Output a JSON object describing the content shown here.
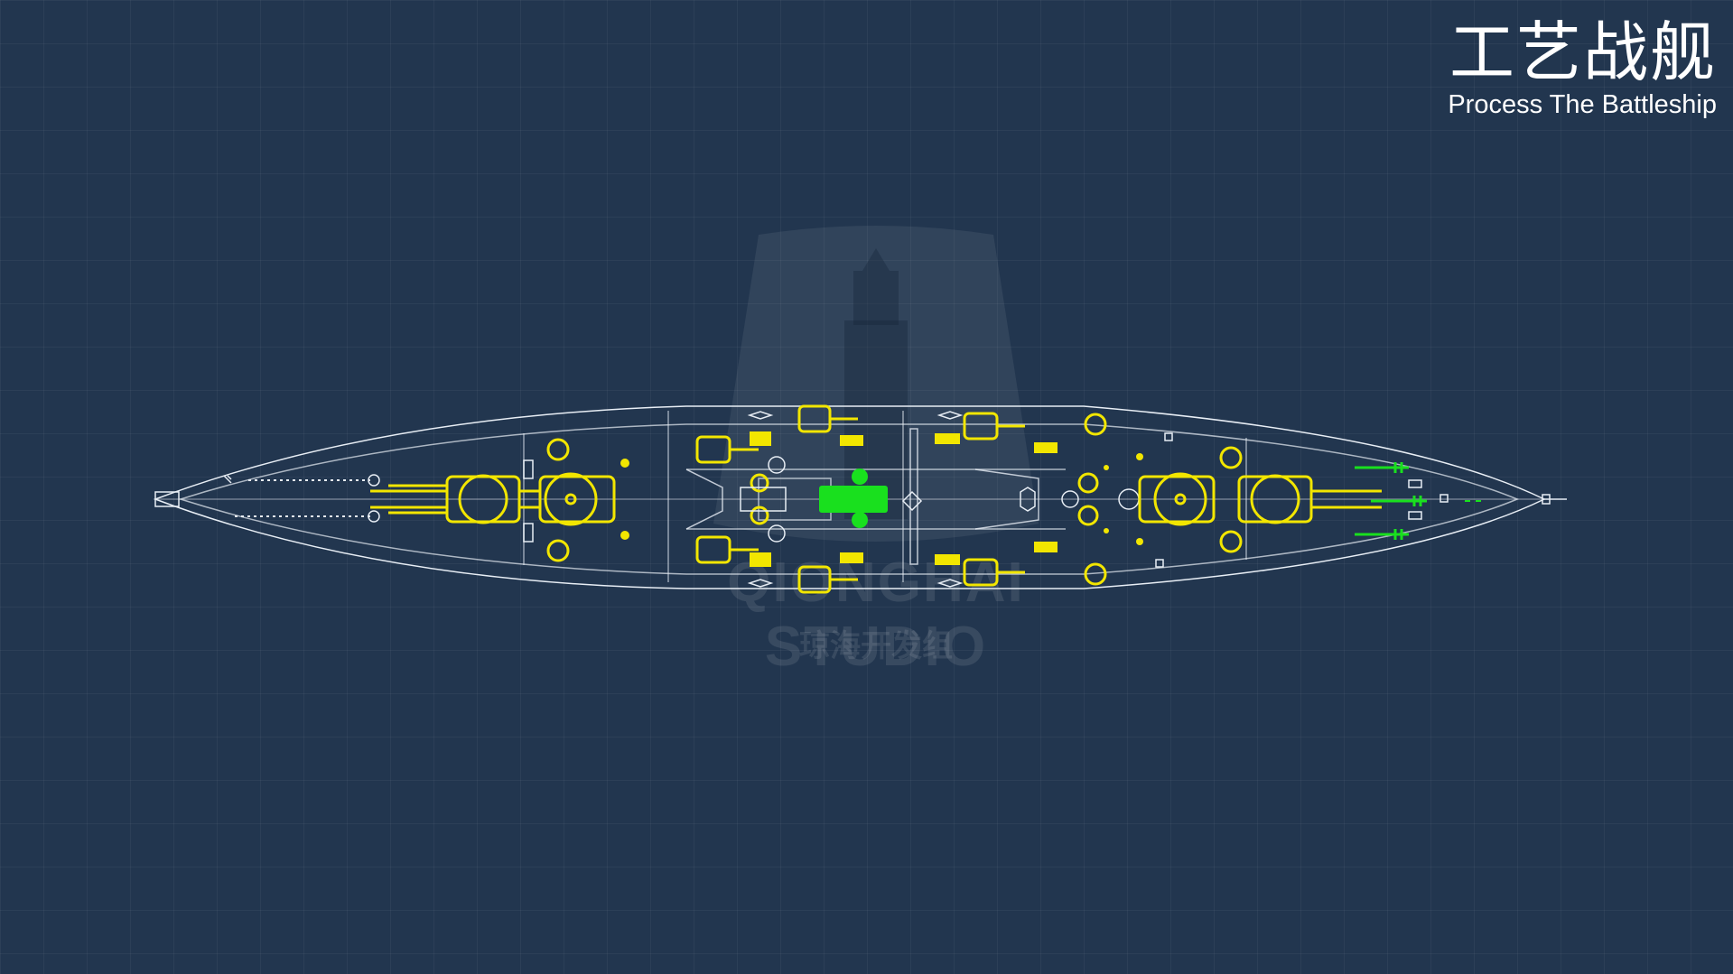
{
  "header": {
    "title_cn": "工艺战舰",
    "title_en": "Process The Battleship"
  },
  "watermark": {
    "studio": "QIONGHAI STUDIO",
    "studio_cn": "琼海开发组"
  },
  "colors": {
    "background": "#22364f",
    "outline": "#e8eef5",
    "turret": "#f2e600",
    "accent_green": "#19e01e"
  },
  "icons": [
    "lighthouse-icon",
    "anchor-icon"
  ]
}
